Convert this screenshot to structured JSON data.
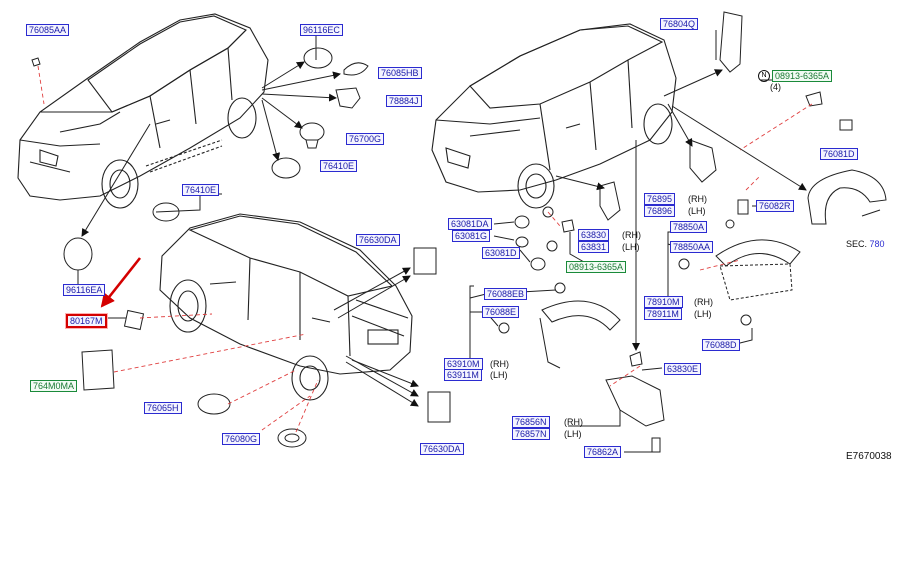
{
  "diagram": {
    "code": "E7670038",
    "section": {
      "prefix": "SEC.",
      "number": "780"
    },
    "note_symbol": "N",
    "bolt_qty": "(4)",
    "side_rh": "(RH)",
    "side_lh": "(LH)",
    "parts": {
      "p76085AA": "76085AA",
      "p96116EC": "96116EC",
      "p76085HB": "76085HB",
      "p78884J": "78884J",
      "p76700G": "76700G",
      "p76410E_a": "76410E",
      "p76410E_b": "76410E",
      "p96116EA": "96116EA",
      "p80167M": "80167M",
      "p764M0MA": "764M0MA",
      "p76065H": "76065H",
      "p76080G": "76080G",
      "p76630DA_a": "76630DA",
      "p76630DA_b": "76630DA",
      "p76804Q": "76804Q",
      "p08913_6365A_a": "08913-6365A",
      "p76081D": "76081D",
      "p76895": "76895",
      "p76896": "76896",
      "p76082R": "76082R",
      "p63081DA": "63081DA",
      "p63081G": "63081G",
      "p63081D": "63081D",
      "p63830": "63830",
      "p63831": "63831",
      "p08913_6365A_b": "08913-6365A",
      "p78850A": "78850A",
      "p78850AA": "78850AA",
      "p76088EB": "76088EB",
      "p76088E": "76088E",
      "p63910M": "63910M",
      "p63911M": "63911M",
      "p78910M": "78910M",
      "p78911M": "78911M",
      "p76088D": "76088D",
      "p63830E": "63830E",
      "p76856N": "76856N",
      "p76857N": "76857N",
      "p76862A": "76862A"
    }
  }
}
